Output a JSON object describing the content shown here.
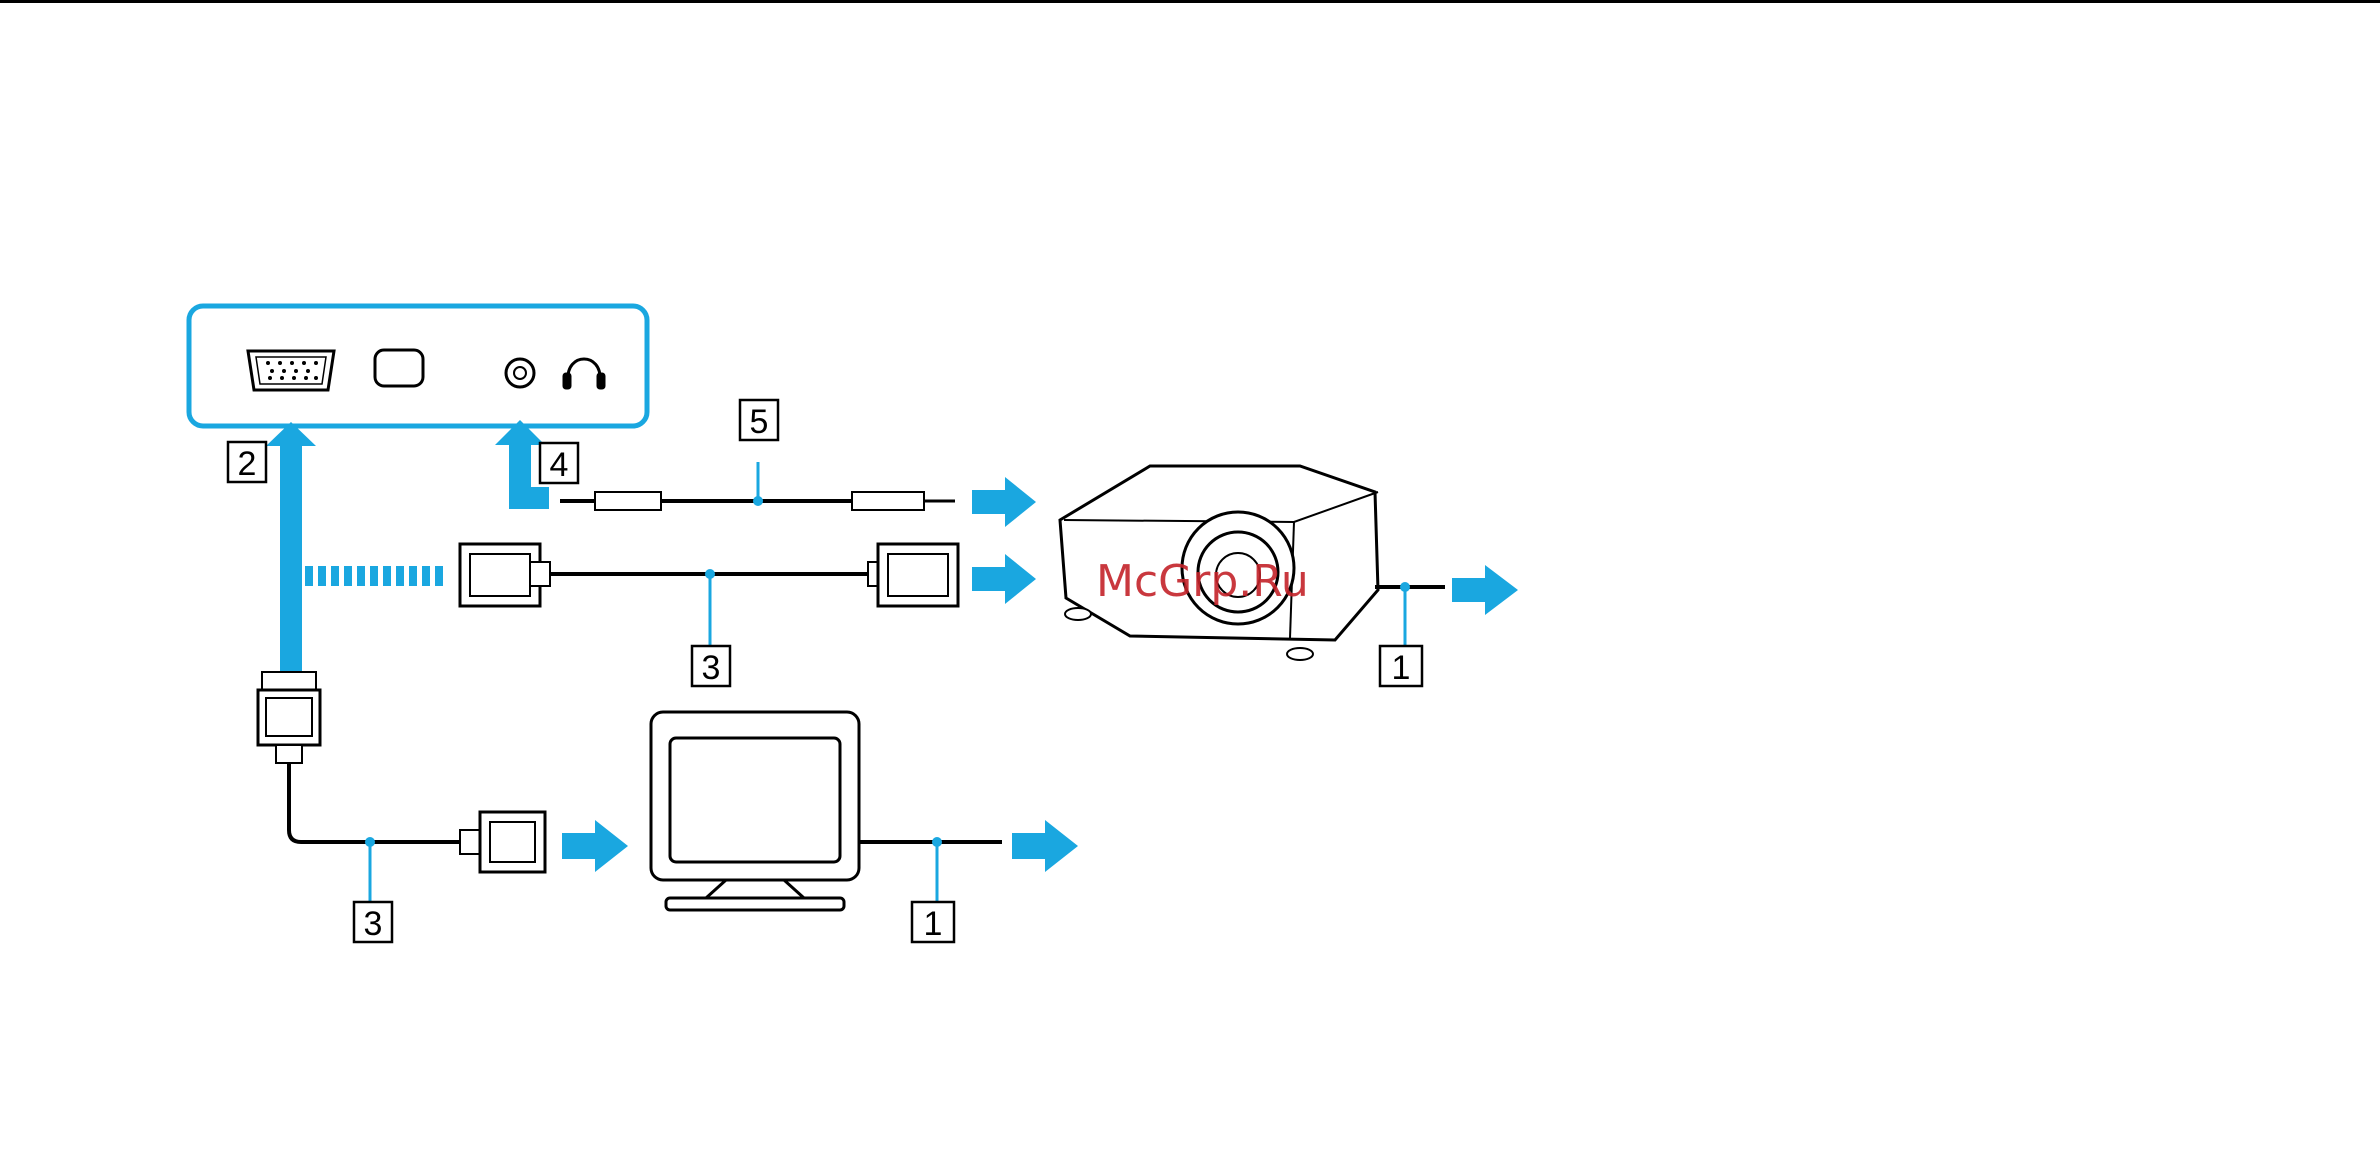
{
  "callouts": {
    "c1_projector": "1",
    "c1_monitor": "1",
    "c2": "2",
    "c3_projector": "3",
    "c3_monitor": "3",
    "c4": "4",
    "c5": "5"
  },
  "watermark": "McGrp.Ru",
  "colors": {
    "accent": "#1aa7e0",
    "line": "#000000",
    "background": "#ffffff",
    "watermark": "#c4232a"
  },
  "icons": [
    "vga-port-icon",
    "hdmi-port-icon",
    "audio-jack-icon",
    "headphones-icon",
    "projector-icon",
    "monitor-icon",
    "arrow-right-icon"
  ]
}
